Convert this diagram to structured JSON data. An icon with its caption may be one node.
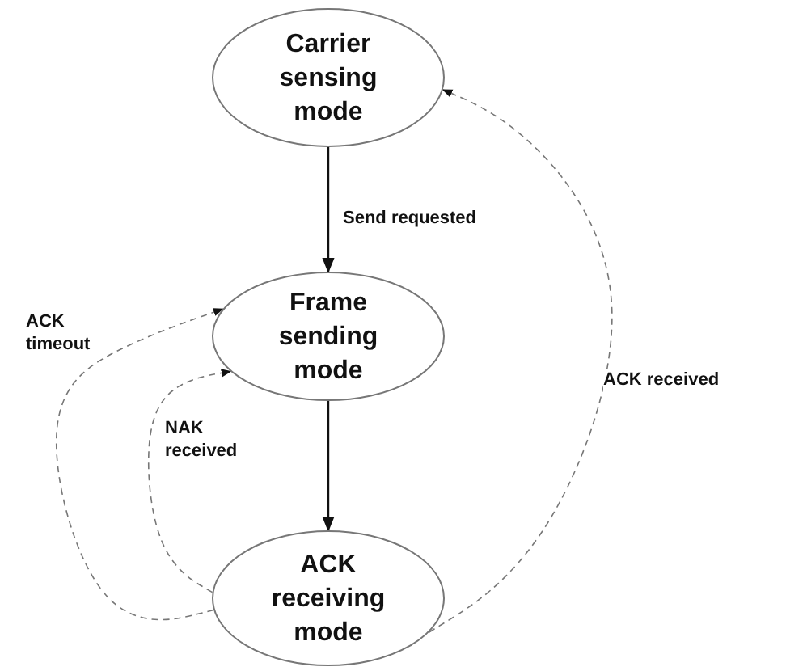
{
  "diagram": {
    "nodes": [
      {
        "text": [
          "Carrier sensing mode"
        ]
      },
      {
        "text": [
          "Frame sending mode"
        ]
      },
      {
        "text": [
          "ACK receiving mode"
        ]
      }
    ],
    "edges": [
      {
        "from": 0,
        "to": 1,
        "arrow": "to",
        "label": "Send requested",
        "color": "#111111"
      },
      {
        "from": 1,
        "to": 2,
        "arrow": "to",
        "color": "#111111"
      },
      {
        "from": 2,
        "to": 1,
        "arrow": "to",
        "label": "ACK timeout",
        "style": "dashed"
      },
      {
        "from": 2,
        "to": 1,
        "arrow": "to",
        "label": "NAK received",
        "style": "dashed"
      },
      {
        "from": 2,
        "to": 0,
        "arrow": "to",
        "label": "ACK received",
        "style": "dashed"
      }
    ]
  }
}
